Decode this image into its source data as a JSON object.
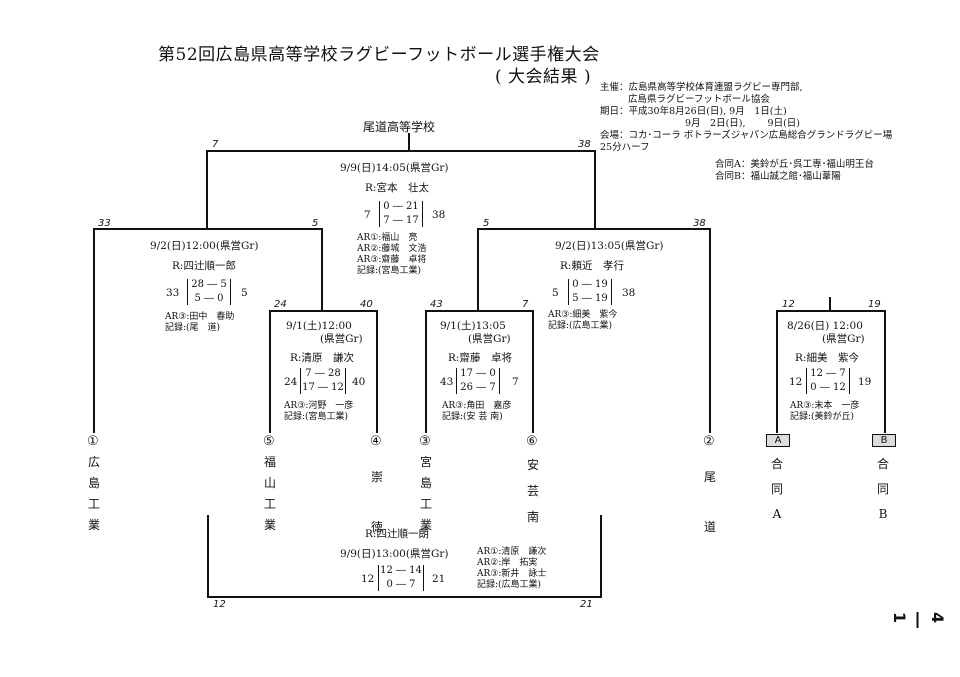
{
  "title": "第52回広島県高等学校ラグビーフットボール選手権大会",
  "subtitle": "( 大会結果 )",
  "info": {
    "organizer1": "主催：広島県高等学校体育連盟ラグビー専門部,",
    "organizer2": "広島県ラグビーフットボール協会",
    "dates1": "期日：平成30年8月26日(日), 9月　1日(土)",
    "dates2": "9月　2日(日),　　 9日(日)",
    "venue": "会場：コカ･コーラ ボトラーズジャパン広島総合グランドラグビー場",
    "half": "25分ハーフ",
    "jointA": "合同A：美鈴が丘･呉工専･福山明王台",
    "jointB": "合同B：福山誠之館･福山葦陽"
  },
  "champion": "尾道高等学校",
  "final": {
    "left": "7",
    "right": "38",
    "datetime": "9/9(日)14:05(県営Gr)",
    "referee": "R:宮本　壮太",
    "total_l": "7",
    "total_r": "38",
    "h1": "0 ― 21",
    "h2": "7 ― 17",
    "ar1": "AR①:福山　亮",
    "ar2": "AR②:藤城　文浩",
    "ar3": "AR③:齋藤　卓将",
    "rec": "記録:(宮島工業)"
  },
  "semi1": {
    "left": "33",
    "right": "5",
    "datetime": "9/2(日)12:00(県営Gr)",
    "referee": "R:四辻順一郎",
    "total_l": "33",
    "total_r": "5",
    "h1": "28 ― 5",
    "h2": "5 ― 0",
    "ar3": "AR③:田中　春助",
    "rec": "記録:(尾　道)"
  },
  "semi2": {
    "left": "5",
    "right": "38",
    "datetime": "9/2(日)13:05(県営Gr)",
    "referee": "R:頼近　孝行",
    "total_l": "5",
    "total_r": "38",
    "h1": "0 ― 19",
    "h2": "5 ― 19",
    "ar3": "AR③:細美　紫今",
    "rec": "記録:(広島工業)"
  },
  "qf1": {
    "left": "24",
    "right": "40",
    "datetime1": "9/1(土)12:00",
    "datetime2": "(県営Gr)",
    "referee": "R:清原　謙次",
    "total_l": "24",
    "total_r": "40",
    "h1": "7 ― 28",
    "h2": "17 ― 12",
    "ar3": "AR③:河野　一彦",
    "rec": "記録:(宮島工業)"
  },
  "qf2": {
    "left": "43",
    "right": "7",
    "datetime1": "9/1(土)13:05",
    "datetime2": "(県営Gr)",
    "referee": "R:齋藤　卓将",
    "total_l": "43",
    "total_r": "7",
    "h1": "17 ― 0",
    "h2": "26 ― 7",
    "ar3": "AR③:角田　嘉彦",
    "rec": "記録:(安 芸 南)"
  },
  "joint": {
    "left": "12",
    "right": "19",
    "datetime1": "8/26(日) 12:00",
    "datetime2": "(県営Gr)",
    "referee": "R:細美　紫今",
    "total_l": "12",
    "total_r": "19",
    "h1": "12 ― 7",
    "h2": "0 ― 12",
    "ar3": "AR③:末本　一彦",
    "rec": "記録:(美鈴が丘)"
  },
  "third": {
    "left": "12",
    "right": "21",
    "referee": "R:四辻順一朗",
    "datetime": "9/9(日)13:00(県営Gr)",
    "total_l": "12",
    "total_r": "21",
    "h1": "12 ― 14",
    "h2": "0 ― 7",
    "ar1": "AR①:清原　謙次",
    "ar2": "AR②:岸　拓実",
    "ar3": "AR③:新井　詠士",
    "rec": "記録:(広島工業)"
  },
  "teams": [
    {
      "seed": "①",
      "name": "広島工業"
    },
    {
      "seed": "⑤",
      "name": "福山工業"
    },
    {
      "seed": "④",
      "name": "崇徳"
    },
    {
      "seed": "③",
      "name": "宮島工業"
    },
    {
      "seed": "⑥",
      "name": "安芸南"
    },
    {
      "seed": "②",
      "name": "尾道"
    },
    {
      "seed": "A",
      "name": "合同A"
    },
    {
      "seed": "B",
      "name": "合同B"
    }
  ],
  "page_number": "4 ― 1"
}
